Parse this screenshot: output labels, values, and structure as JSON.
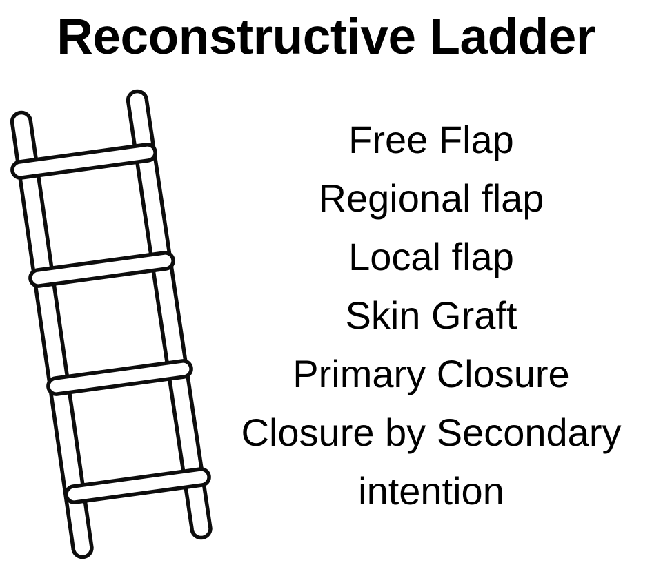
{
  "figure": {
    "title": "Reconstructive Ladder",
    "background_color": "#ffffff",
    "ink_color": "#000000"
  },
  "illustration": {
    "name": "ladder-illustration",
    "description": "Line drawing of a leaning ladder",
    "rail_count": 2,
    "rung_count": 4,
    "stroke_color": "#0d0d0d",
    "fill_color": "#ffffff"
  },
  "steps": {
    "heading": "Reconstructive Ladder",
    "order": "top-to-bottom most complex to least complex",
    "items": [
      {
        "label": "Free Flap",
        "rank": 1
      },
      {
        "label": "Regional flap",
        "rank": 2
      },
      {
        "label": "Local flap",
        "rank": 3
      },
      {
        "label": "Skin Graft",
        "rank": 4
      },
      {
        "label": "Primary Closure",
        "rank": 5
      },
      {
        "label": "Closure by Secondary intention",
        "rank": 6
      }
    ],
    "wrapped_last_item": {
      "line1": "Closure by Secondary",
      "line2": "intention"
    }
  }
}
